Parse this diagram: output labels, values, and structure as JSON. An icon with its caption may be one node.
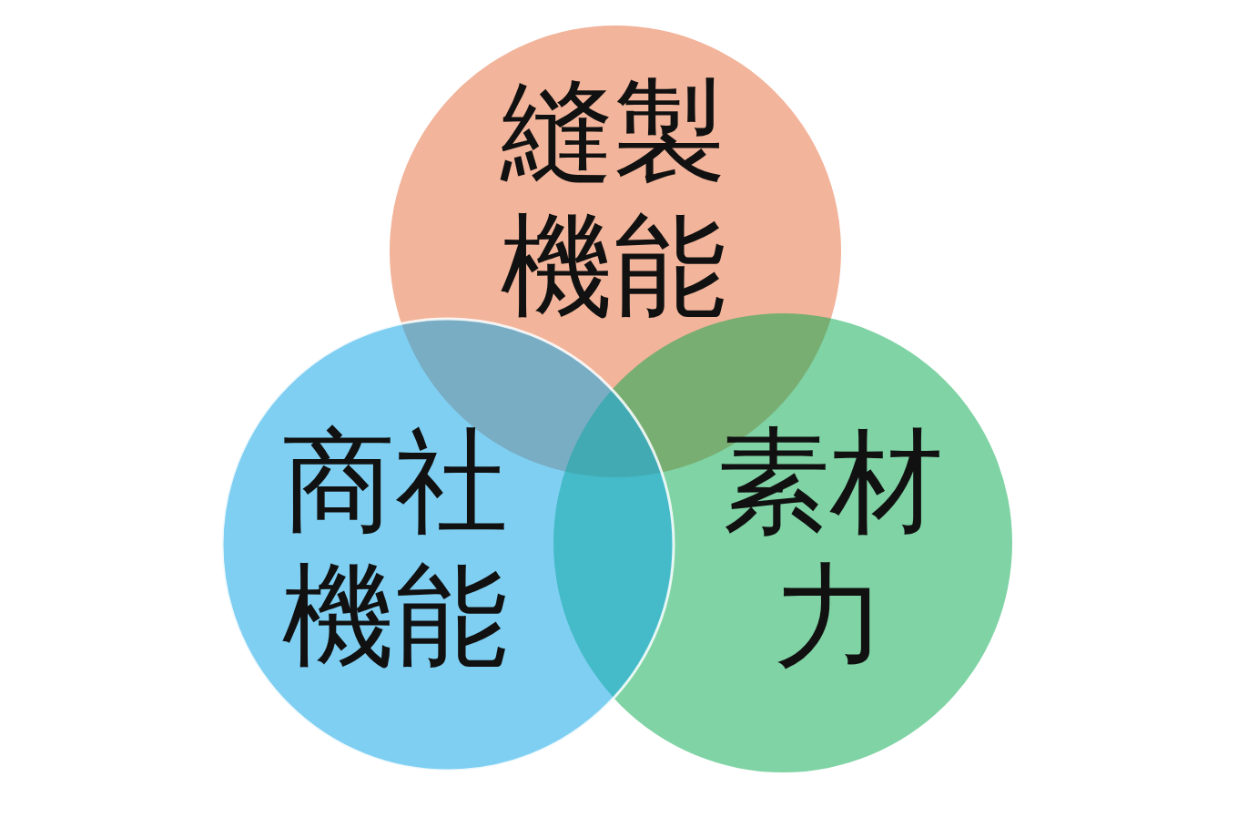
{
  "diagram": {
    "nodes": [
      {
        "text": [
          "縫製機能"
        ]
      },
      {
        "text": [
          "商社機能"
        ]
      },
      {
        "text": [
          "素材力"
        ]
      }
    ]
  }
}
